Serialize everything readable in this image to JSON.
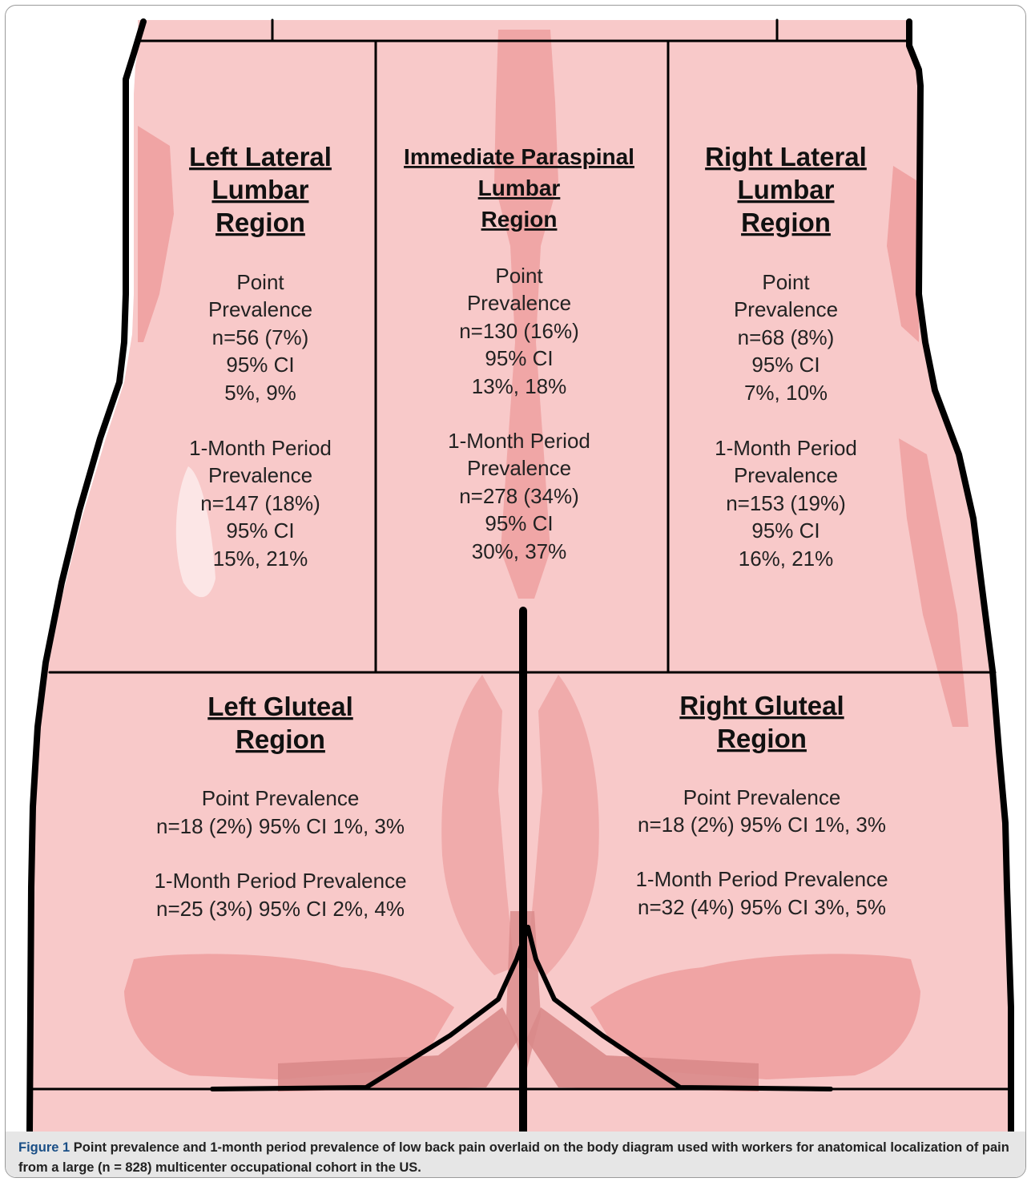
{
  "regions": {
    "left_lateral": {
      "title_lines": [
        "Left Lateral",
        "Lumbar",
        "Region"
      ],
      "point_lines": [
        "Point",
        "Prevalence",
        "n=56 (7%)",
        "95% CI",
        "5%, 9%"
      ],
      "period_lines": [
        "1-Month Period",
        "Prevalence",
        "n=147 (18%)",
        "95% CI",
        "15%, 21%"
      ]
    },
    "immediate_paraspinal": {
      "title_lines": [
        "Immediate Paraspinal",
        "Lumbar",
        "Region"
      ],
      "point_lines": [
        "Point",
        "Prevalence",
        "n=130 (16%)",
        "95% CI",
        "13%, 18%"
      ],
      "period_lines": [
        "1-Month Period",
        "Prevalence",
        "n=278 (34%)",
        "95% CI",
        "30%, 37%"
      ]
    },
    "right_lateral": {
      "title_lines": [
        "Right Lateral",
        "Lumbar",
        "Region"
      ],
      "point_lines": [
        "Point",
        "Prevalence",
        "n=68 (8%)",
        "95% CI",
        "7%, 10%"
      ],
      "period_lines": [
        "1-Month Period",
        "Prevalence",
        "n=153 (19%)",
        "95% CI",
        "16%, 21%"
      ]
    },
    "left_gluteal": {
      "title_lines": [
        "Left Gluteal",
        "Region"
      ],
      "point_lines": [
        "Point Prevalence",
        "n=18 (2%) 95% CI 1%, 3%"
      ],
      "period_lines": [
        "1-Month Period Prevalence",
        "n=25 (3%) 95% CI 2%, 4%"
      ]
    },
    "right_gluteal": {
      "title_lines": [
        "Right Gluteal",
        "Region"
      ],
      "point_lines": [
        "Point Prevalence",
        "n=18 (2%) 95% CI 1%, 3%"
      ],
      "period_lines": [
        "1-Month Period Prevalence",
        "n=32 (4%) 95% CI 3%, 5%"
      ]
    }
  },
  "caption": {
    "label": "Figure 1",
    "text": "Point prevalence and 1-month period prevalence of low back pain overlaid on the body diagram used with workers for anatomical localization of pain from a large (n = 828) multicenter occupational cohort in the US."
  },
  "colors": {
    "skin": "#f8c9c9",
    "skin_shade": "#eea0a0",
    "skin_deep": "#d98a8a",
    "highlight": "#fce6e6",
    "outline": "#000000",
    "caption_bg": "#e6e6e6",
    "caption_label": "#1a4f86"
  }
}
